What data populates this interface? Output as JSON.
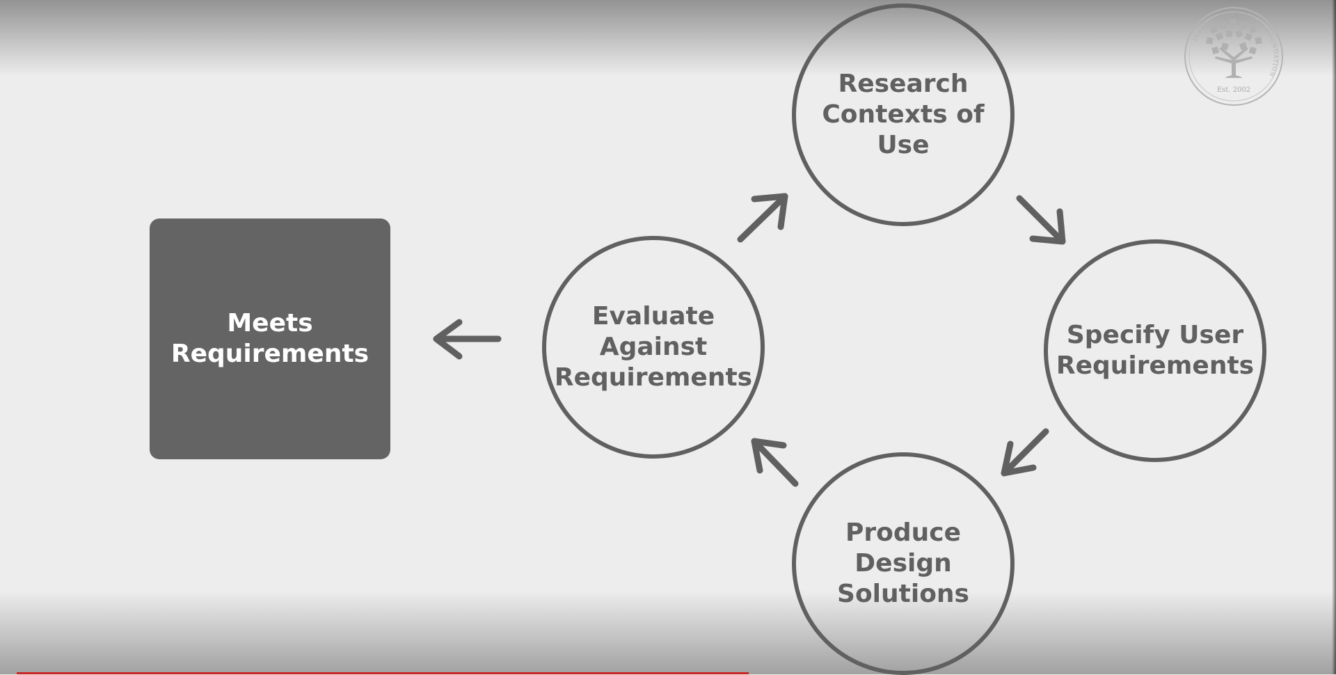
{
  "diagram": {
    "outcome_box": {
      "label": "Meets\nRequirements"
    },
    "nodes": [
      {
        "id": "research",
        "label": "Research\nContexts of\nUse"
      },
      {
        "id": "specify",
        "label": "Specify User\nRequirements"
      },
      {
        "id": "produce",
        "label": "Produce\nDesign\nSolutions"
      },
      {
        "id": "evaluate",
        "label": "Evaluate\nAgainst\nRequirements"
      }
    ],
    "colors": {
      "stroke": "#606060",
      "box_fill": "#646464",
      "background": "#ededed"
    }
  },
  "logo": {
    "ring_text": "INTERACTION DESIGN FOUNDATION",
    "est": "Est. 2002"
  }
}
